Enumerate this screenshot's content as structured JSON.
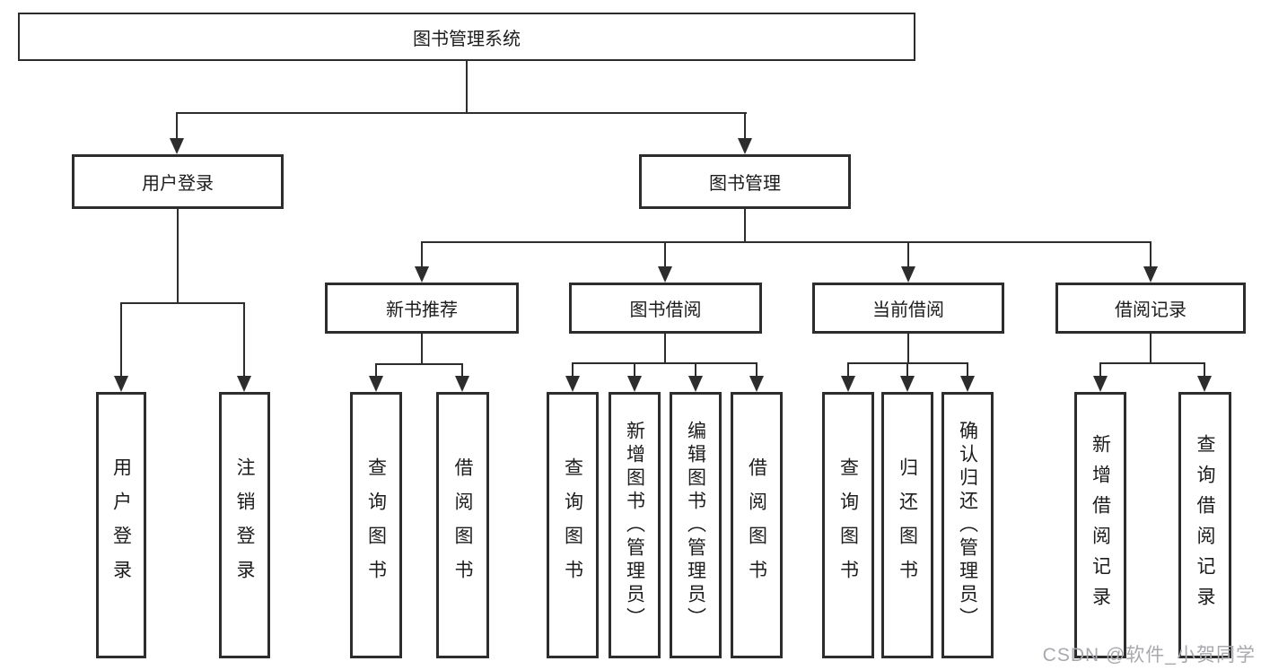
{
  "tree": {
    "label": "图书管理系统",
    "children": [
      {
        "label": "用户登录",
        "children": [
          {
            "label": "用户登录"
          },
          {
            "label": "注销登录"
          }
        ]
      },
      {
        "label": "图书管理",
        "children": [
          {
            "label": "新书推荐",
            "children": [
              {
                "label": "查询图书"
              },
              {
                "label": "借阅图书"
              }
            ]
          },
          {
            "label": "图书借阅",
            "children": [
              {
                "label": "查询图书"
              },
              {
                "label": "新增图书（管理员）"
              },
              {
                "label": "编辑图书（管理员）"
              },
              {
                "label": "借阅图书"
              }
            ]
          },
          {
            "label": "当前借阅",
            "children": [
              {
                "label": "查询图书"
              },
              {
                "label": "归还图书"
              },
              {
                "label": "确认归还（管理员）"
              }
            ]
          },
          {
            "label": "借阅记录",
            "children": [
              {
                "label": "新增借阅记录"
              },
              {
                "label": "查询借阅记录"
              }
            ]
          }
        ]
      }
    ]
  },
  "watermark": {
    "text": "CSDN @软件_小贺同学"
  },
  "colors": {
    "line": "#2d2d2d",
    "text": "#1c1c1c",
    "watermark_text": "#a8a8ae",
    "background": "#ffffff"
  }
}
